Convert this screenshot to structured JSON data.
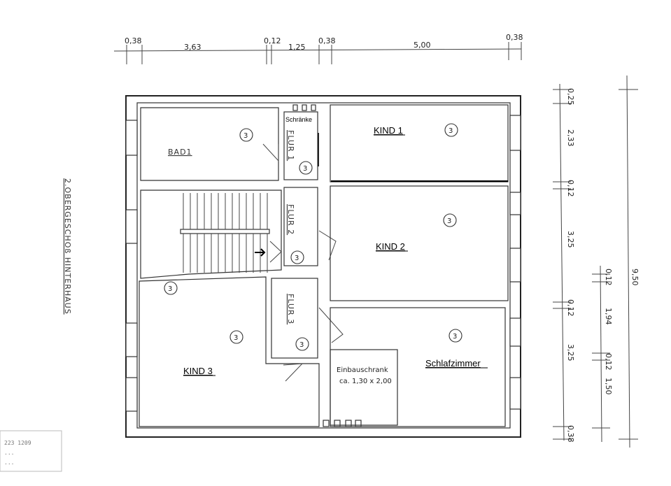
{
  "title_vertical": "2.OBERGESCHOß HINTERHAUS",
  "top_dimensions": [
    "0,38",
    "3,63",
    "0,12",
    "1,25",
    "0,38",
    "5,00",
    "0,38"
  ],
  "right_dimensions_outer": [
    "0,25",
    "2,33",
    "0,12",
    "3,25",
    "0,12",
    "3,25",
    "0,38"
  ],
  "right_dimensions_inner": [
    "0,12",
    "1,94",
    "0,12",
    "1,50"
  ],
  "overall_height": "9,50",
  "rooms": {
    "bad": "BAD1",
    "kind1": "KIND 1",
    "kind2": "KIND 2",
    "kind3": "KIND 3",
    "schlafzimmer": "Schlafzimmer",
    "flur1": "FLUR 1",
    "flur2": "FLUR 2",
    "flur3": "FLUR 3",
    "schraenke": "Schränke"
  },
  "circle_marker": "3",
  "wardrobe": {
    "line1": "Einbauschrank",
    "line2": "ca. 1,30 x 2,00"
  },
  "stamp_text": [
    "223 1209",
    "...",
    "..."
  ]
}
